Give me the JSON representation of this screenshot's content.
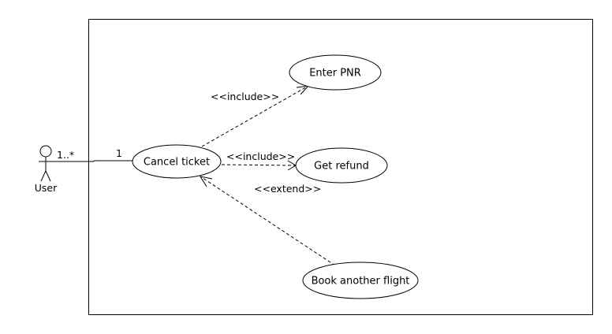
{
  "actor": {
    "name": "User"
  },
  "association": {
    "actor_multiplicity": "1..*",
    "usecase_multiplicity": "1"
  },
  "use_cases": {
    "cancel_ticket": "Cancel ticket",
    "enter_pnr": "Enter PNR",
    "get_refund": "Get refund",
    "book_another_flight": "Book another flight"
  },
  "relations": {
    "include_pnr": "<<include>>",
    "include_refund": "<<include>>",
    "extend_book": "<<extend>>"
  },
  "colors": {
    "stroke": "#000000",
    "fill": "#ffffff"
  }
}
